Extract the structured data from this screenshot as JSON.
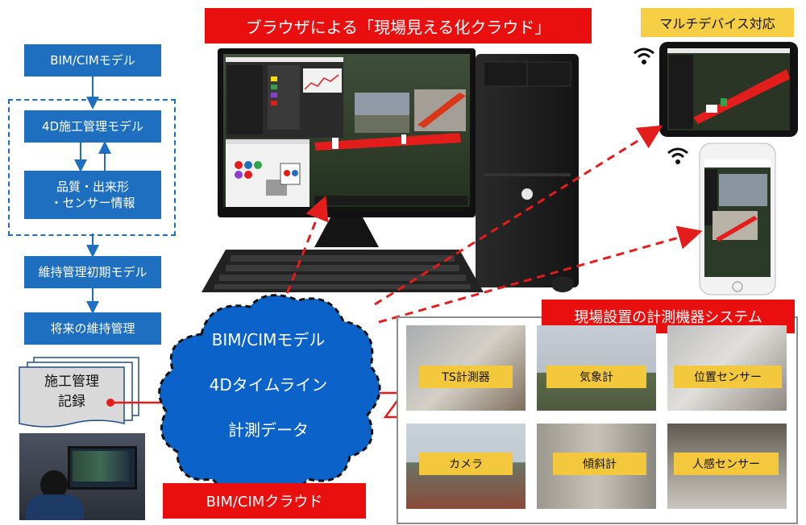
{
  "banners": {
    "top": "ブラウザによる「現場見える化クラウド」",
    "multi_device": "マルチデバイス対応",
    "sensor_system": "現場設置の計測機器システム",
    "cloud": "BIM/CIMクラウド"
  },
  "flow": {
    "bim_model": "BIM/CIMモデル",
    "construction_model": "4D施工管理モデル",
    "quality_line1": "品質・出来形",
    "quality_line2": "・センサー情報",
    "maintenance_initial": "維持管理初期モデル",
    "future_maintenance": "将来の維持管理"
  },
  "records": {
    "line1": "施工管理",
    "line2": "記録"
  },
  "cloud_items": {
    "item1": "BIM/CIMモデル",
    "item2": "4Dタイムライン",
    "item3": "計測データ"
  },
  "sensors": {
    "s1": "TS計測器",
    "s2": "気象計",
    "s3": "位置センサー",
    "s4": "カメラ",
    "s5": "傾斜計",
    "s6": "人感センサー"
  },
  "colors": {
    "blue": "#1f6fc0",
    "red": "#ea0f0f",
    "yellow": "#f6cf45",
    "cloud_fill": "#0b63c9"
  }
}
